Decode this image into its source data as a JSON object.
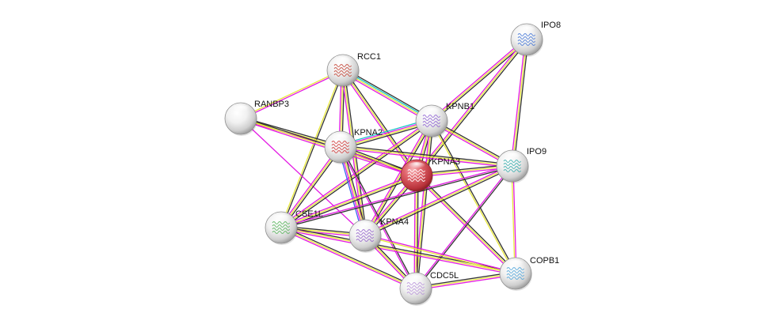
{
  "colors": {
    "edge_text": "#3dc23d",
    "edge_coexp": "#333333",
    "edge_exp": "#e8e83a",
    "edge_db": "#e31ae3",
    "edge_homology": "#3a64f0",
    "edge_coocc": "#19c6c6",
    "node_query": "#d9535a",
    "node_other": "#e2e2e2"
  },
  "nodes": [
    {
      "id": "RCC1",
      "label": "RCC1",
      "query": false,
      "icon": "protein-structure-icon",
      "accent": "#c0392b"
    },
    {
      "id": "IPO8",
      "label": "IPO8",
      "query": false,
      "icon": "protein-structure-icon",
      "accent": "#3b6fd4"
    },
    {
      "id": "RANBP3",
      "label": "RANBP3",
      "query": false,
      "icon": "empty-node-icon",
      "accent": "#cccccc"
    },
    {
      "id": "KPNB1",
      "label": "KPNB1",
      "query": false,
      "icon": "protein-structure-icon",
      "accent": "#8a5bd1"
    },
    {
      "id": "KPNA2",
      "label": "KPNA2",
      "query": false,
      "icon": "protein-structure-icon",
      "accent": "#cf2f2f"
    },
    {
      "id": "KPNA3",
      "label": "KPNA3",
      "query": true,
      "icon": "protein-structure-icon",
      "accent": "#ffffff"
    },
    {
      "id": "IPO9",
      "label": "IPO9",
      "query": false,
      "icon": "protein-structure-icon",
      "accent": "#2aa7a7"
    },
    {
      "id": "CSE1L",
      "label": "CSE1L",
      "query": false,
      "icon": "protein-structure-icon",
      "accent": "#4caf50"
    },
    {
      "id": "KPNA4",
      "label": "KPNA4",
      "query": false,
      "icon": "protein-structure-icon",
      "accent": "#8e5ac8"
    },
    {
      "id": "COPB1",
      "label": "COPB1",
      "query": false,
      "icon": "protein-structure-icon",
      "accent": "#46a0d8"
    },
    {
      "id": "CDC5L",
      "label": "CDC5L",
      "query": false,
      "icon": "protein-structure-icon",
      "accent": "#b58ed8"
    }
  ],
  "edges": [
    {
      "a": "RCC1",
      "b": "RANBP3",
      "types": [
        "db",
        "exp"
      ]
    },
    {
      "a": "RCC1",
      "b": "KPNB1",
      "types": [
        "coexp",
        "coocc",
        "exp",
        "db"
      ]
    },
    {
      "a": "RCC1",
      "b": "KPNA2",
      "types": [
        "coexp",
        "exp",
        "db"
      ]
    },
    {
      "a": "RCC1",
      "b": "KPNA3",
      "types": [
        "coexp",
        "exp",
        "db"
      ]
    },
    {
      "a": "RCC1",
      "b": "KPNA4",
      "types": [
        "coexp",
        "exp",
        "db"
      ]
    },
    {
      "a": "RCC1",
      "b": "CSE1L",
      "types": [
        "coexp",
        "exp"
      ]
    },
    {
      "a": "IPO8",
      "b": "KPNB1",
      "types": [
        "coexp",
        "exp",
        "db"
      ]
    },
    {
      "a": "IPO8",
      "b": "KPNA3",
      "types": [
        "coexp",
        "exp",
        "db"
      ]
    },
    {
      "a": "IPO8",
      "b": "IPO9",
      "types": [
        "coexp",
        "exp",
        "db"
      ]
    },
    {
      "a": "RANBP3",
      "b": "KPNA2",
      "types": [
        "coexp",
        "exp",
        "db"
      ]
    },
    {
      "a": "RANBP3",
      "b": "KPNA3",
      "types": [
        "coexp",
        "exp",
        "db"
      ]
    },
    {
      "a": "RANBP3",
      "b": "KPNA4",
      "types": [
        "db"
      ]
    },
    {
      "a": "KPNB1",
      "b": "KPNA2",
      "types": [
        "coexp",
        "exp",
        "db",
        "coocc"
      ]
    },
    {
      "a": "KPNB1",
      "b": "KPNA3",
      "types": [
        "coexp",
        "exp",
        "db"
      ]
    },
    {
      "a": "KPNB1",
      "b": "IPO9",
      "types": [
        "coexp",
        "exp",
        "db"
      ]
    },
    {
      "a": "KPNB1",
      "b": "CSE1L",
      "types": [
        "coexp",
        "exp",
        "db"
      ]
    },
    {
      "a": "KPNB1",
      "b": "KPNA4",
      "types": [
        "coexp",
        "exp",
        "db"
      ]
    },
    {
      "a": "KPNB1",
      "b": "CDC5L",
      "types": [
        "coexp",
        "exp",
        "db"
      ]
    },
    {
      "a": "KPNB1",
      "b": "COPB1",
      "types": [
        "coexp",
        "exp"
      ]
    },
    {
      "a": "KPNA2",
      "b": "KPNA3",
      "types": [
        "coexp",
        "exp",
        "db"
      ]
    },
    {
      "a": "KPNA2",
      "b": "KPNA4",
      "types": [
        "coexp",
        "exp",
        "db",
        "homology"
      ]
    },
    {
      "a": "KPNA2",
      "b": "CSE1L",
      "types": [
        "coexp",
        "exp",
        "db"
      ]
    },
    {
      "a": "KPNA2",
      "b": "IPO9",
      "types": [
        "coexp",
        "exp",
        "db"
      ]
    },
    {
      "a": "KPNA2",
      "b": "CDC5L",
      "types": [
        "coexp",
        "db"
      ]
    },
    {
      "a": "KPNA3",
      "b": "IPO9",
      "types": [
        "coexp",
        "exp",
        "db"
      ]
    },
    {
      "a": "KPNA3",
      "b": "KPNA4",
      "types": [
        "coexp",
        "exp",
        "db"
      ]
    },
    {
      "a": "KPNA3",
      "b": "CSE1L",
      "types": [
        "coexp",
        "exp",
        "db"
      ]
    },
    {
      "a": "KPNA3",
      "b": "CDC5L",
      "types": [
        "coexp",
        "exp",
        "db"
      ]
    },
    {
      "a": "KPNA3",
      "b": "COPB1",
      "types": [
        "coexp",
        "exp",
        "db"
      ]
    },
    {
      "a": "IPO9",
      "b": "KPNA4",
      "types": [
        "coexp",
        "exp",
        "db"
      ]
    },
    {
      "a": "IPO9",
      "b": "CSE1L",
      "types": [
        "coexp",
        "db"
      ]
    },
    {
      "a": "IPO9",
      "b": "COPB1",
      "types": [
        "db",
        "exp"
      ]
    },
    {
      "a": "IPO9",
      "b": "CDC5L",
      "types": [
        "coexp",
        "db"
      ]
    },
    {
      "a": "CSE1L",
      "b": "KPNA4",
      "types": [
        "coexp",
        "exp",
        "db"
      ]
    },
    {
      "a": "CSE1L",
      "b": "CDC5L",
      "types": [
        "coexp",
        "exp",
        "db"
      ]
    },
    {
      "a": "CSE1L",
      "b": "COPB1",
      "types": [
        "coexp",
        "exp",
        "db"
      ]
    },
    {
      "a": "KPNA4",
      "b": "CDC5L",
      "types": [
        "coexp",
        "exp",
        "db"
      ]
    },
    {
      "a": "KPNA4",
      "b": "COPB1",
      "types": [
        "db",
        "exp"
      ]
    },
    {
      "a": "CDC5L",
      "b": "COPB1",
      "types": [
        "coexp",
        "exp",
        "db"
      ]
    }
  ]
}
